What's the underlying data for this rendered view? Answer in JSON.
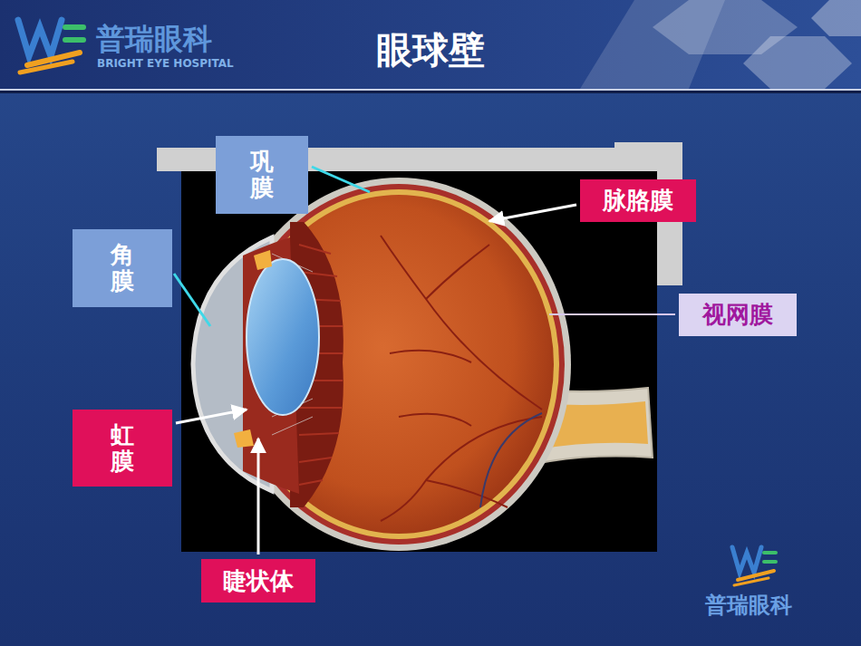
{
  "diagram": {
    "title": "眼球壁",
    "nodes": [
      {
        "text": [
          "巩膜"
        ]
      },
      {
        "text": [
          "角膜"
        ]
      },
      {
        "text": [
          "脉胳膜"
        ]
      },
      {
        "text": [
          "视网膜"
        ]
      },
      {
        "text": [
          "虹膜"
        ]
      },
      {
        "text": [
          "睫状体"
        ]
      }
    ],
    "labels": [
      "普瑞眼科",
      "BRIGHT EYE HOSPITAL",
      "普瑞眼科"
    ]
  }
}
